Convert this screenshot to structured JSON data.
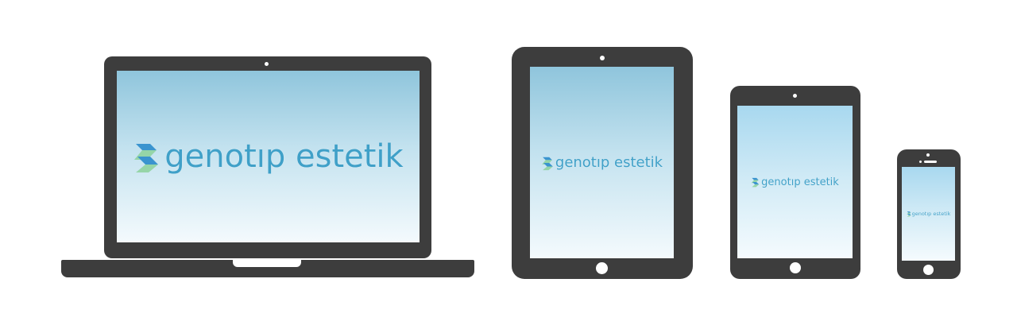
{
  "logo": {
    "brand_text": "genotıp estetik",
    "colors": {
      "text": "#3fa0c8",
      "mark_blue": "#3a94cf",
      "mark_green": "#8fd3a0"
    }
  },
  "devices": [
    {
      "type": "laptop",
      "icon": "laptop-icon"
    },
    {
      "type": "tablet",
      "icon": "tablet-icon"
    },
    {
      "type": "mini-tablet",
      "icon": "mini-tablet-icon"
    },
    {
      "type": "phone",
      "icon": "phone-icon"
    }
  ],
  "colors": {
    "device_body": "#3d3d3d",
    "screen_top": "#8fc5dc",
    "screen_bottom": "#f4fafd",
    "background": "#ffffff"
  }
}
